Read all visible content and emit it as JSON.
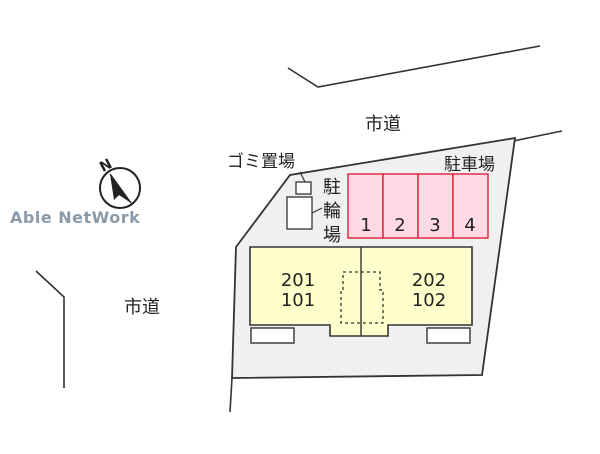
{
  "watermark": "Able NetWork",
  "compass": {
    "north_letter": "N",
    "icon": "compass-north-arrow-icon"
  },
  "roads": {
    "top_label": "市道",
    "left_label": "市道"
  },
  "garbage": {
    "label": "ゴミ置場"
  },
  "bike_parking": {
    "chars": [
      "駐",
      "輪",
      "場"
    ]
  },
  "car_parking": {
    "label": "駐車場",
    "spaces": [
      "1",
      "2",
      "3",
      "4"
    ]
  },
  "building": {
    "left_units": [
      "201",
      "101"
    ],
    "right_units": [
      "202",
      "102"
    ]
  },
  "colors": {
    "lot_fill": "#f0f0f0",
    "building_fill": "#ffffcc",
    "parking_fill": "#ffd9e4",
    "parking_stroke": "#e0203a",
    "line": "#333333"
  }
}
